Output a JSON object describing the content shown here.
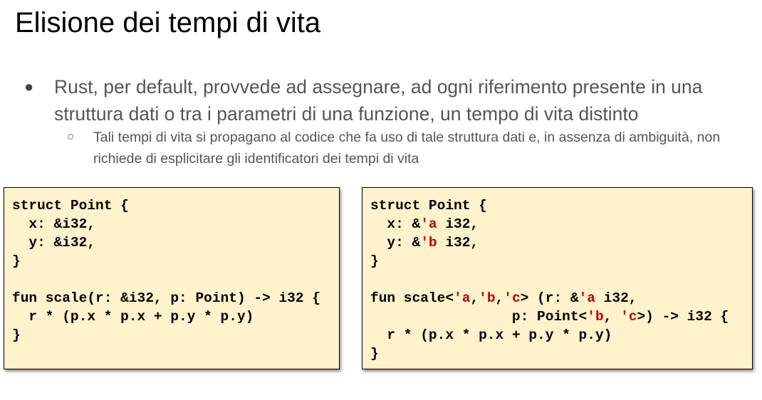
{
  "slide": {
    "title": "Elisione dei tempi di vita",
    "bullet1": "Rust, per default, provvede ad assegnare, ad ogni riferimento presente in una struttura dati o tra i parametri di una funzione, un tempo di vita distinto",
    "bullet2": "Tali tempi di vita si propagano al codice che fa uso di tale struttura dati e, in assenza di ambiguità, non richiede di esplicitare gli identificatori dei tempi di vita",
    "bullet1_glyph": "●",
    "bullet2_glyph": "○"
  },
  "code_left": {
    "l1": "struct Point {",
    "l2": "  x: &i32,",
    "l3": "  y: &i32,",
    "l4": "}",
    "l5": "",
    "l6": "fun scale(r: &i32, p: Point) -> i32 {",
    "l7": "  r * (p.x * p.x + p.y * p.y)",
    "l8": "}"
  },
  "code_right": {
    "l1": "struct Point {",
    "l2a": "  x: &",
    "l2b": "'a",
    "l2c": " i32,",
    "l3a": "  y: &",
    "l3b": "'b",
    "l3c": " i32,",
    "l4": "}",
    "l6a": "fun scale<",
    "l6b": "'a",
    "l6c": ",",
    "l6d": "'b",
    "l6e": ",",
    "l6f": "'c",
    "l6g": "> (r: &",
    "l6h": "'a",
    "l6i": " i32,",
    "l7a": "                 p: Point<",
    "l7b": "'b",
    "l7c": ", ",
    "l7d": "'c",
    "l7e": ">) -> i32 {",
    "l8": "  r * (p.x * p.x + p.y * p.y)",
    "l9": "}"
  },
  "colors": {
    "background": "#ffffff",
    "code_background": "#fff2cc",
    "lifetime_accent": "#c00000",
    "body_text": "#555555"
  }
}
